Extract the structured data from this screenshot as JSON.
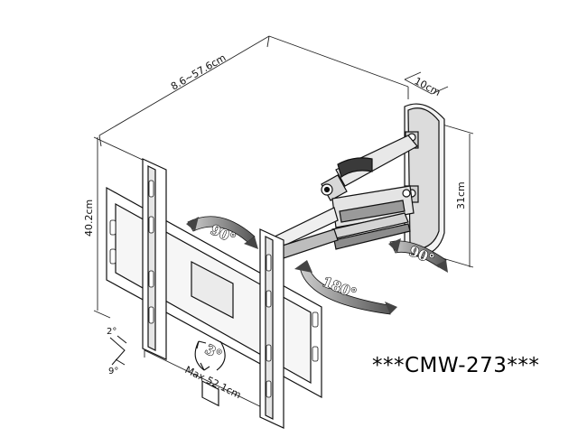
{
  "dimensions": {
    "depth_range": "8.6~57.6cm",
    "plate_depth": "10cm",
    "plate_height": "31cm",
    "frame_height": "40.2cm",
    "frame_width": "Max 52.1cm"
  },
  "rotation": {
    "swivel_left": "90°",
    "swivel_right": "90°",
    "swivel_arm": "180°",
    "rotate": "3°",
    "tilt_up": "2°",
    "tilt_down": "9°"
  },
  "model": "***CMW-273***"
}
